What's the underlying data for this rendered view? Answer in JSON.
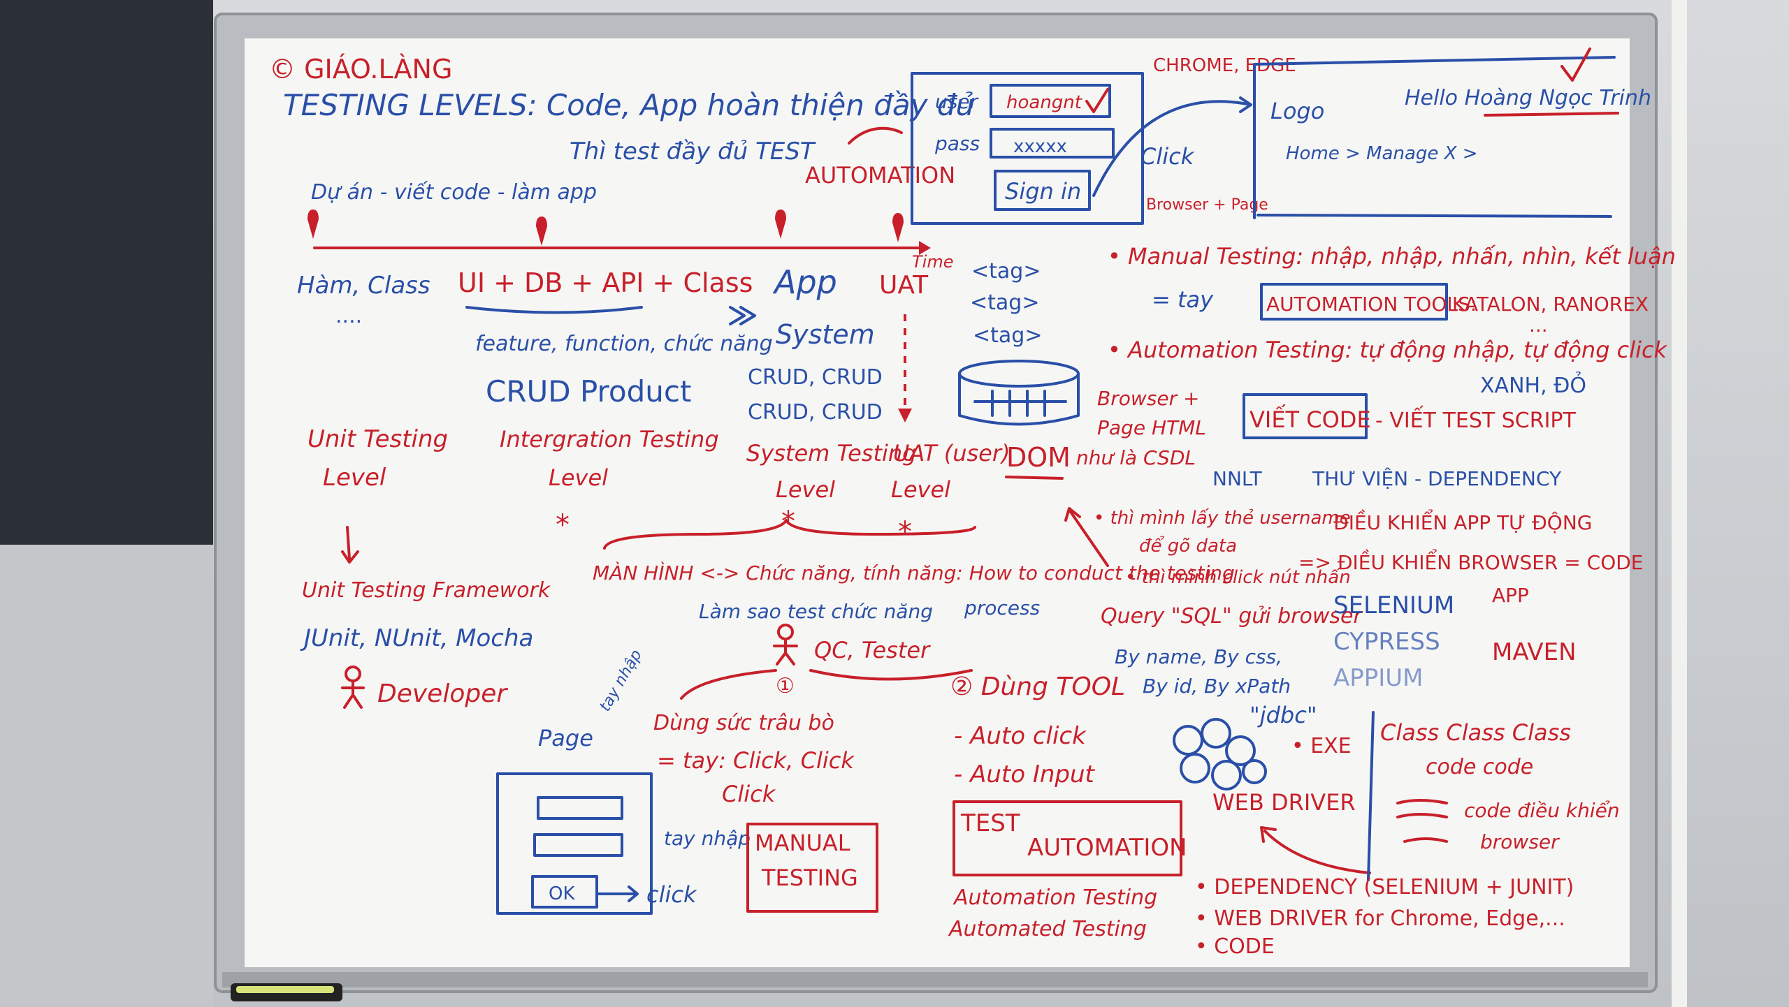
{
  "board": {
    "copyright": "© GIÁO.LÀNG",
    "title": "TESTING LEVELS: Code, App hoàn thiện đầy đủ",
    "subtitle": "Thì test đầy đủ  TEST",
    "automation_word": "AUTOMATION",
    "timeline_caption": "Dự án - viết code - làm app",
    "time_label": "Time",
    "levels": [
      {
        "head": "Hàm, Class",
        "dots": "....",
        "name1": "Unit Testing",
        "name2": "Level"
      },
      {
        "head": "UI + DB + API + Class",
        "detail": "feature, function, chức năng",
        "crud": "CRUD  Product",
        "name1": "Intergration Testing",
        "name2": "Level",
        "star": "*"
      },
      {
        "head": "App",
        "detail": "System",
        "crud1": "CRUD, CRUD",
        "crud2": "CRUD, CRUD",
        "name1": "System Testing",
        "name2": "Level",
        "star": "*"
      },
      {
        "head": "UAT",
        "name1": "UAT (user)",
        "name2": "Level",
        "star": "*"
      }
    ],
    "unit_framework": "Unit Testing Framework",
    "unit_tools": "JUnit, NUnit, Mocha",
    "developer": "Developer",
    "screen_line": "MÀN HÌNH <-> Chức năng, tính năng: How to conduct the testing",
    "process": "process",
    "test_how": "Làm sao test chức năng",
    "qc": "QC, Tester",
    "branch1": "①",
    "branch2": "② Dùng TOOL",
    "manual_side": {
      "page": "Page",
      "handnote": "tay nhập",
      "effort": "Dùng sức trâu bò",
      "hand": "= tay: Click, Click",
      "click2": "Click",
      "type_note": "tay nhập",
      "ok": "OK",
      "click": "click",
      "box1": "MANUAL",
      "box2": "TESTING"
    },
    "tool_side": {
      "auto_click": "- Auto click",
      "auto_input": "- Auto Input",
      "box1": "TEST",
      "box2": "AUTOMATION",
      "line1": "Automation Testing",
      "line2": "Automated Testing"
    },
    "login_sketch": {
      "browsers": "CHROME, EDGE",
      "user_label": "user",
      "user_value": "hoangnt",
      "pass_label": "pass",
      "pass_value": "xxxxx",
      "signin": "Sign in",
      "click": "Click",
      "browser_page": "Browser + Page",
      "logo": "Logo",
      "hello": "Hello Hoàng Ngọc Trinh",
      "breadcrumb": "Home > Manage X >"
    },
    "tags": [
      "<tag>",
      "<tag>",
      "<tag>"
    ],
    "dom_side": {
      "browser_page": "Browser +",
      "page_html": "Page HTML",
      "csdl": "như là CSDL",
      "dom": "DOM"
    },
    "right": {
      "manual": "• Manual Testing: nhập, nhập, nhấn, nhìn, kết luận",
      "eq_tay": "= tay",
      "tools": "AUTOMATION TOOLS:",
      "tools_list": "KATALON, RANOREX",
      "tools_more": "...",
      "automation": "• Automation Testing: tự động nhập, tự động click",
      "green_red": "XANH, ĐỎ",
      "viet_code": "VIẾT CODE",
      "test_script": "- VIẾT TEST SCRIPT",
      "nnlt": "NNLT",
      "library": "THƯ VIỆN - DEPENDENCY",
      "control_app": "ĐIỀU KHIỂN APP TỰ ĐỘNG",
      "control_browser": "=> ĐIỀU KHIỂN BROWSER = CODE",
      "app": "APP",
      "q1": "• thì mình lấy thẻ username",
      "q2": "để gõ data",
      "q3": "• thì mình click nút nhấn",
      "q4": "Query \"SQL\" gửi browser",
      "selenium": "SELENIUM",
      "cypress": "CYPRESS",
      "appium": "APPIUM",
      "maven": "MAVEN",
      "by1": "By name, By css,",
      "by2": "By id, By xPath",
      "jdbc": "\"jdbc\"",
      "exe": "• EXE",
      "web_driver": "WEB DRIVER",
      "class_line": "Class  Class  Class",
      "code_line": "code code",
      "code_ctrl": "code điều khiển",
      "browser": "browser",
      "dep": "• DEPENDENCY (SELENIUM + JUNIT)",
      "wd": "• WEB DRIVER for Chrome, Edge,...",
      "code": "• CODE"
    }
  }
}
